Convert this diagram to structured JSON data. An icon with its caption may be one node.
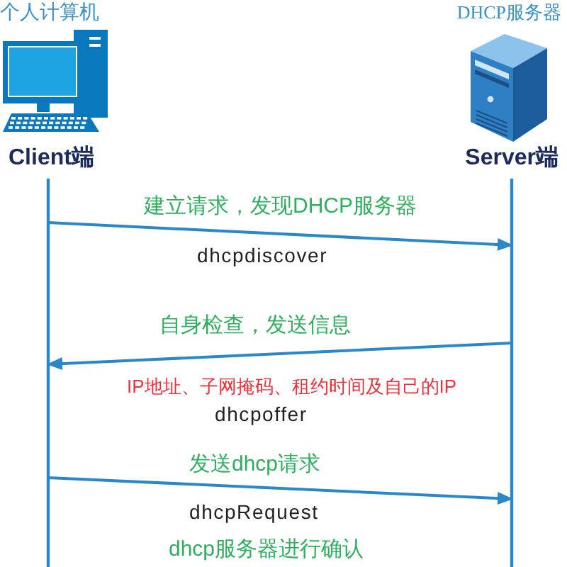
{
  "diagram": {
    "nodes": [
      {
        "text": [
          "个人计算机",
          "Client端"
        ]
      },
      {
        "text": [
          "DHCP服务器",
          "Server端"
        ]
      }
    ],
    "edges": [
      {
        "from": 0,
        "to": 1,
        "arrow": "to",
        "label": "dhcpdiscover"
      },
      {
        "from": 1,
        "to": 0,
        "arrow": "to",
        "label": "dhcpoffer"
      },
      {
        "from": 0,
        "to": 1,
        "arrow": "to",
        "label": "dhcpRequest"
      }
    ],
    "labels": [
      "建立请求，发现DHCP服务器",
      "自身检查，发送信息",
      "IP地址、子网掩码、租约时间及自己的IP",
      "发送dhcp请求",
      "dhcp服务器进行确认"
    ]
  }
}
